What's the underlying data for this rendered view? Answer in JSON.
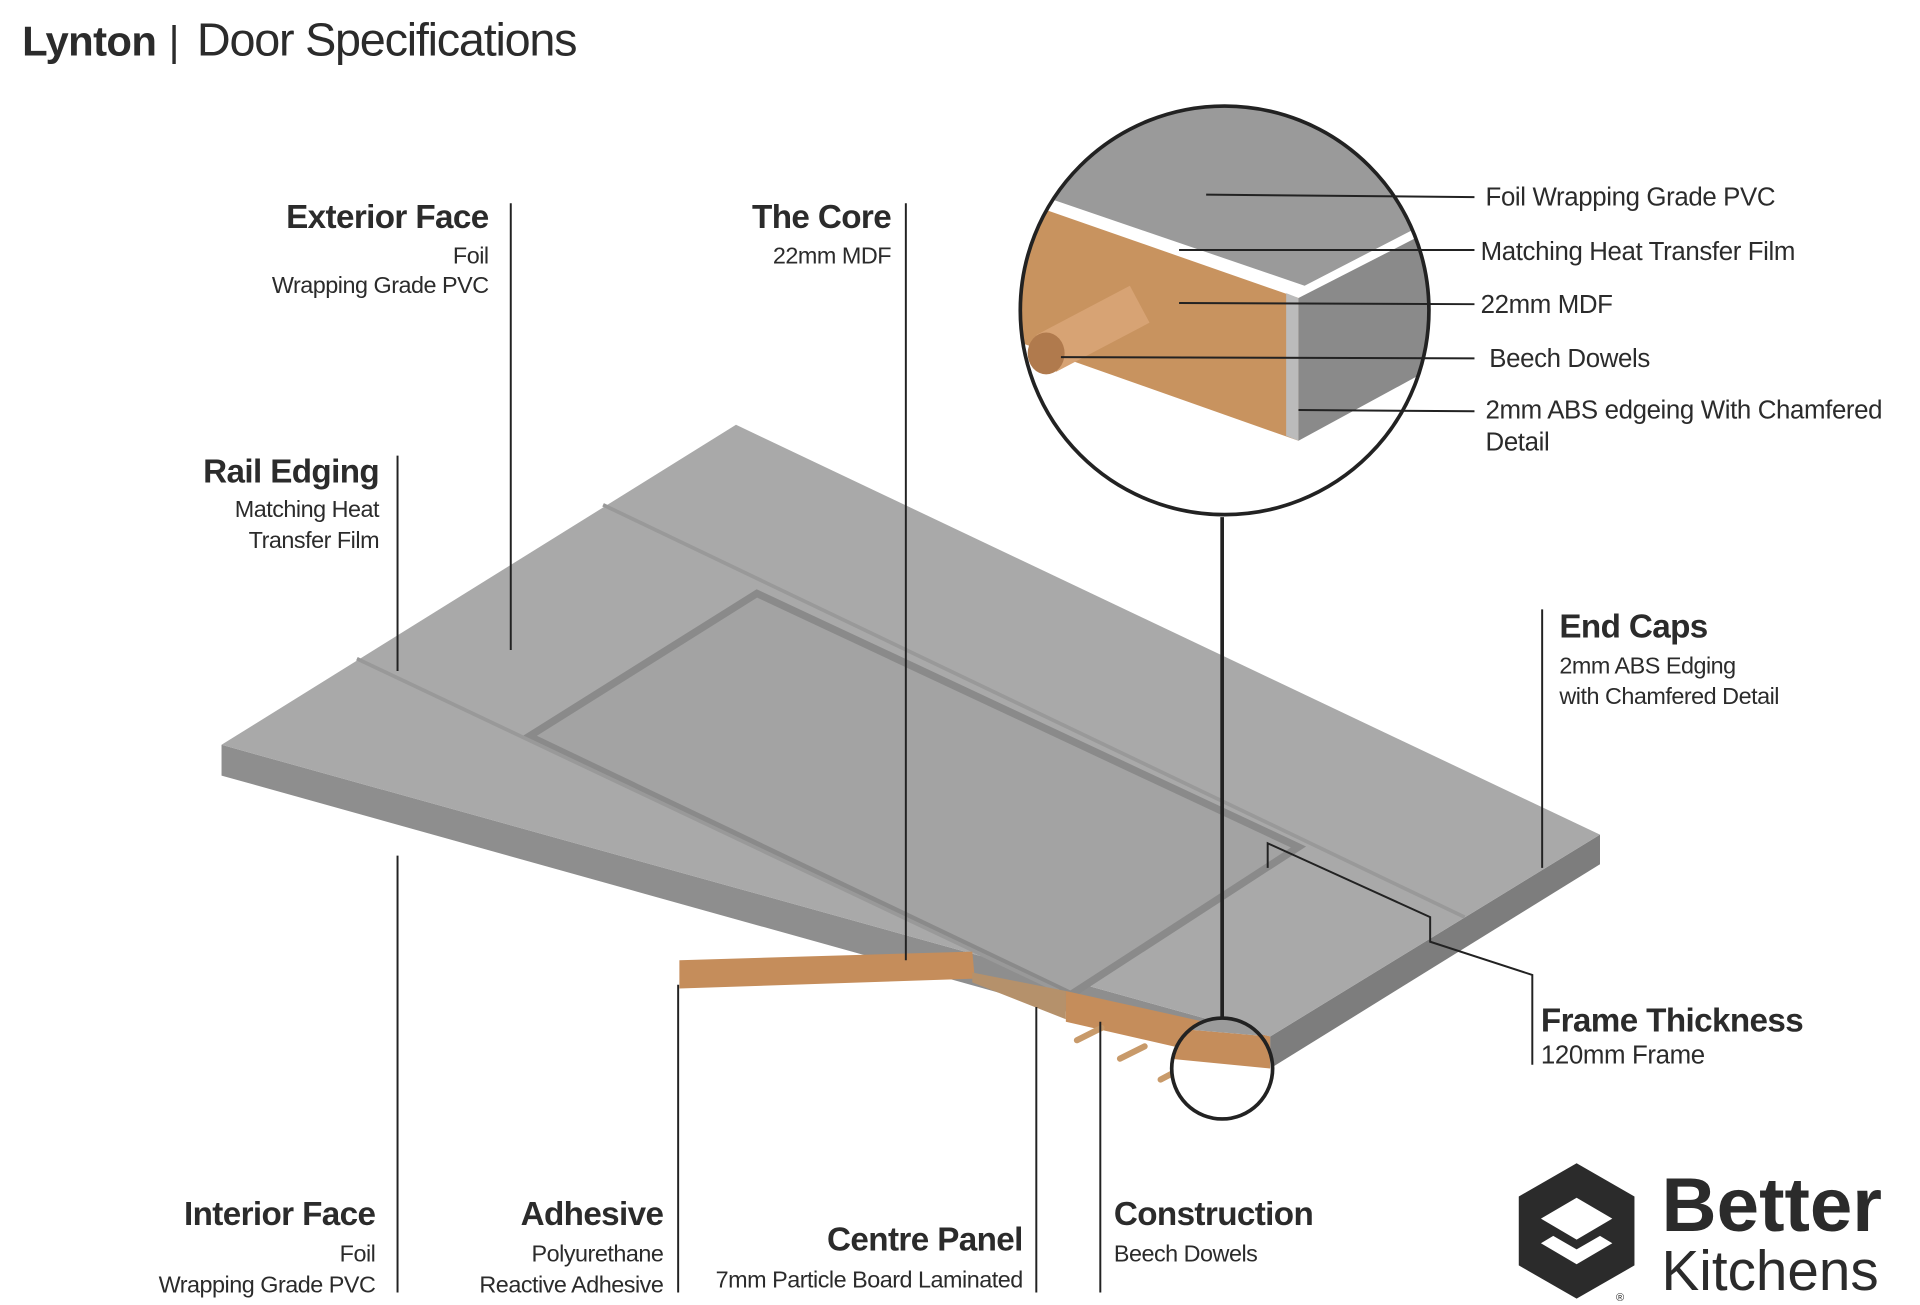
{
  "header": {
    "brand": "Lynton",
    "separator": "|",
    "title": "Door Specifications"
  },
  "callouts": {
    "exterior_face": {
      "title": "Exterior Face",
      "lines": [
        "Foil",
        "Wrapping Grade PVC"
      ]
    },
    "the_core": {
      "title": "The Core",
      "lines": [
        "22mm  MDF"
      ]
    },
    "rail_edging": {
      "title": "Rail Edging",
      "lines": [
        "Matching Heat",
        "Transfer Film"
      ]
    },
    "end_caps": {
      "title": "End Caps",
      "lines": [
        "2mm ABS Edging",
        "with Chamfered Detail"
      ]
    },
    "frame_thickness": {
      "title": "Frame Thickness",
      "lines": [
        "120mm Frame"
      ]
    },
    "interior_face": {
      "title": "Interior Face",
      "lines": [
        "Foil",
        "Wrapping Grade PVC"
      ]
    },
    "adhesive": {
      "title": "Adhesive",
      "lines": [
        "Polyurethane",
        "Reactive Adhesive"
      ]
    },
    "centre_panel": {
      "title": "Centre Panel",
      "lines": [
        "7mm Particle Board Laminated"
      ]
    },
    "construction": {
      "title": "Construction",
      "lines": [
        "Beech Dowels"
      ]
    }
  },
  "detail_callouts": [
    "Foil Wrapping Grade PVC",
    "Matching Heat Transfer Film",
    "22mm MDF",
    "Beech Dowels",
    "2mm ABS edgeing With Chamfered",
    "Detail"
  ],
  "logo": {
    "line1": "Better",
    "line2": "Kitchens",
    "mark": "®"
  },
  "colors": {
    "door_top": "#a9a9a9",
    "door_side": "#8e8e8e",
    "mdf": "#c58d5b",
    "text": "#2b2b2b"
  }
}
